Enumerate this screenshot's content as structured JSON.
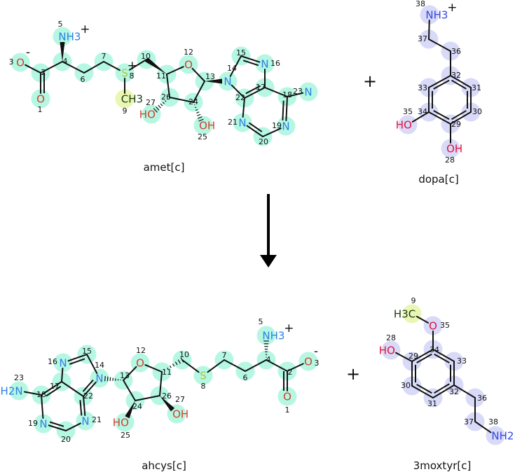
{
  "reaction": {
    "plus_sign": "+",
    "arrow": "right-arrow-down",
    "colors": {
      "highlight_mint": "#b6f7e3",
      "highlight_lavender": "#d8daf8",
      "highlight_yellow": "#eaf7b4",
      "nitrogen": "#2a7fe6",
      "nitrogen_alt": "#3546e0",
      "oxygen": "#d0402a",
      "oxygen_alt": "#e0123c",
      "sulfur": "#a9c83c",
      "bond": "#111111"
    }
  },
  "molecules": [
    {
      "name": "amet[c]",
      "atoms": [
        {
          "n": "1",
          "label": "O",
          "el": "O"
        },
        {
          "n": "2",
          "label": "",
          "el": ""
        },
        {
          "n": "3",
          "label": "O",
          "el": "O",
          "charge": "-"
        },
        {
          "n": "4",
          "label": "",
          "el": ""
        },
        {
          "n": "5",
          "label": "NH3",
          "el": "N",
          "charge": "+"
        },
        {
          "n": "6",
          "label": "",
          "el": ""
        },
        {
          "n": "7",
          "label": "",
          "el": ""
        },
        {
          "n": "8",
          "label": "S",
          "el": "S",
          "charge": "+"
        },
        {
          "n": "9",
          "label": "CH3",
          "el": "C",
          "highlight": "yellow"
        },
        {
          "n": "10",
          "label": "",
          "el": ""
        },
        {
          "n": "11",
          "label": "",
          "el": ""
        },
        {
          "n": "12",
          "label": "O",
          "el": "O"
        },
        {
          "n": "13",
          "label": "",
          "el": ""
        },
        {
          "n": "14",
          "label": "N",
          "el": "N"
        },
        {
          "n": "15",
          "label": "",
          "el": ""
        },
        {
          "n": "16",
          "label": "N",
          "el": "N"
        },
        {
          "n": "17",
          "label": "",
          "el": ""
        },
        {
          "n": "18",
          "label": "",
          "el": ""
        },
        {
          "n": "19",
          "label": "N",
          "el": "N"
        },
        {
          "n": "20",
          "label": "",
          "el": ""
        },
        {
          "n": "21",
          "label": "N",
          "el": "N"
        },
        {
          "n": "22",
          "label": "",
          "el": ""
        },
        {
          "n": "23",
          "label": "N",
          "el": "N"
        },
        {
          "n": "24",
          "label": "",
          "el": ""
        },
        {
          "n": "25",
          "label": "OH",
          "el": "O"
        },
        {
          "n": "26",
          "label": "",
          "el": ""
        },
        {
          "n": "27",
          "label": "HO",
          "el": "O"
        }
      ],
      "bonds": [
        [
          "1",
          "2",
          "2"
        ],
        [
          "2",
          "3",
          "1"
        ],
        [
          "2",
          "4",
          "1"
        ],
        [
          "4",
          "5",
          "w"
        ],
        [
          "4",
          "6",
          "1"
        ],
        [
          "6",
          "7",
          "1"
        ],
        [
          "7",
          "8",
          "1"
        ],
        [
          "8",
          "9",
          "1"
        ],
        [
          "8",
          "10",
          "1"
        ],
        [
          "11",
          "10",
          "w"
        ],
        [
          "11",
          "12",
          "1"
        ],
        [
          "12",
          "13",
          "1"
        ],
        [
          "13",
          "14",
          "w"
        ],
        [
          "13",
          "24",
          "1"
        ],
        [
          "24",
          "26",
          "1"
        ],
        [
          "26",
          "11",
          "1"
        ],
        [
          "24",
          "25",
          "h"
        ],
        [
          "26",
          "27",
          "h"
        ],
        [
          "14",
          "15",
          "1"
        ],
        [
          "15",
          "16",
          "r"
        ],
        [
          "16",
          "17",
          "1"
        ],
        [
          "17",
          "22",
          "r"
        ],
        [
          "22",
          "14",
          "1"
        ],
        [
          "17",
          "18",
          "1"
        ],
        [
          "18",
          "19",
          "r"
        ],
        [
          "19",
          "20",
          "1"
        ],
        [
          "20",
          "21",
          "r"
        ],
        [
          "21",
          "22",
          "1"
        ],
        [
          "18",
          "23",
          "1"
        ]
      ]
    },
    {
      "name": "dopa[c]",
      "atoms": [
        {
          "n": "28",
          "label": "OH",
          "el": "O"
        },
        {
          "n": "29",
          "label": "",
          "el": ""
        },
        {
          "n": "30",
          "label": "",
          "el": ""
        },
        {
          "n": "31",
          "label": "",
          "el": ""
        },
        {
          "n": "32",
          "label": "",
          "el": ""
        },
        {
          "n": "33",
          "label": "",
          "el": ""
        },
        {
          "n": "34",
          "label": "",
          "el": ""
        },
        {
          "n": "35",
          "label": "HO",
          "el": "O"
        },
        {
          "n": "36",
          "label": "",
          "el": ""
        },
        {
          "n": "37",
          "label": "",
          "el": ""
        },
        {
          "n": "38",
          "label": "NH3",
          "el": "N",
          "charge": "+"
        }
      ],
      "bonds": [
        [
          "38",
          "37",
          "1"
        ],
        [
          "37",
          "36",
          "1"
        ],
        [
          "36",
          "32",
          "1"
        ],
        [
          "32",
          "31",
          "r"
        ],
        [
          "31",
          "30",
          "r"
        ],
        [
          "30",
          "29",
          "r"
        ],
        [
          "29",
          "34",
          "r"
        ],
        [
          "34",
          "33",
          "r"
        ],
        [
          "33",
          "32",
          "r"
        ],
        [
          "34",
          "35",
          "1"
        ],
        [
          "29",
          "28",
          "1"
        ]
      ]
    },
    {
      "name": "ahcys[c]",
      "atoms": [
        {
          "n": "1",
          "label": "O",
          "el": "O"
        },
        {
          "n": "2",
          "label": "",
          "el": ""
        },
        {
          "n": "3",
          "label": "O",
          "el": "O",
          "charge": "-"
        },
        {
          "n": "4",
          "label": "",
          "el": ""
        },
        {
          "n": "5",
          "label": "NH3",
          "el": "N",
          "charge": "+"
        },
        {
          "n": "6",
          "label": "",
          "el": ""
        },
        {
          "n": "7",
          "label": "",
          "el": ""
        },
        {
          "n": "8",
          "label": "S",
          "el": "S"
        },
        {
          "n": "10",
          "label": "",
          "el": ""
        },
        {
          "n": "11",
          "label": "",
          "el": ""
        },
        {
          "n": "12",
          "label": "O",
          "el": "O"
        },
        {
          "n": "13",
          "label": "",
          "el": ""
        },
        {
          "n": "14",
          "label": "N",
          "el": "N"
        },
        {
          "n": "15",
          "label": "",
          "el": ""
        },
        {
          "n": "16",
          "label": "N",
          "el": "N"
        },
        {
          "n": "17",
          "label": "",
          "el": ""
        },
        {
          "n": "18",
          "label": "",
          "el": ""
        },
        {
          "n": "19",
          "label": "N",
          "el": "N"
        },
        {
          "n": "20",
          "label": "",
          "el": ""
        },
        {
          "n": "21",
          "label": "N",
          "el": "N"
        },
        {
          "n": "22",
          "label": "",
          "el": ""
        },
        {
          "n": "23",
          "label": "H2N",
          "el": "N"
        },
        {
          "n": "24",
          "label": "",
          "el": ""
        },
        {
          "n": "25",
          "label": "HO",
          "el": "O"
        },
        {
          "n": "26",
          "label": "",
          "el": ""
        },
        {
          "n": "27",
          "label": "OH",
          "el": "O"
        }
      ],
      "bonds": [
        [
          "23",
          "18",
          "1"
        ],
        [
          "18",
          "17",
          "r"
        ],
        [
          "18",
          "19",
          "1"
        ],
        [
          "19",
          "20",
          "r"
        ],
        [
          "20",
          "21",
          "1"
        ],
        [
          "21",
          "22",
          "r"
        ],
        [
          "22",
          "17",
          "1"
        ],
        [
          "17",
          "16",
          "1"
        ],
        [
          "16",
          "15",
          "r"
        ],
        [
          "15",
          "14",
          "1"
        ],
        [
          "14",
          "22",
          "r"
        ],
        [
          "13",
          "14",
          "h"
        ],
        [
          "13",
          "12",
          "1"
        ],
        [
          "12",
          "11",
          "1"
        ],
        [
          "11",
          "26",
          "1"
        ],
        [
          "26",
          "24",
          "1"
        ],
        [
          "24",
          "13",
          "1"
        ],
        [
          "24",
          "25",
          "w"
        ],
        [
          "26",
          "27",
          "w"
        ],
        [
          "11",
          "10",
          "h"
        ],
        [
          "10",
          "8",
          "1"
        ],
        [
          "8",
          "7",
          "1"
        ],
        [
          "7",
          "6",
          "1"
        ],
        [
          "6",
          "4",
          "1"
        ],
        [
          "4",
          "5",
          "h"
        ],
        [
          "4",
          "2",
          "1"
        ],
        [
          "2",
          "3",
          "1"
        ],
        [
          "2",
          "1",
          "2"
        ]
      ]
    },
    {
      "name": "3moxtyr[c]",
      "atoms": [
        {
          "n": "9",
          "label": "H3C",
          "el": "C",
          "highlight": "yellow"
        },
        {
          "n": "28",
          "label": "HO",
          "el": "O"
        },
        {
          "n": "29",
          "label": "",
          "el": ""
        },
        {
          "n": "30",
          "label": "",
          "el": ""
        },
        {
          "n": "31",
          "label": "",
          "el": ""
        },
        {
          "n": "32",
          "label": "",
          "el": ""
        },
        {
          "n": "33",
          "label": "",
          "el": ""
        },
        {
          "n": "34",
          "label": "",
          "el": ""
        },
        {
          "n": "35",
          "label": "O",
          "el": "O"
        },
        {
          "n": "36",
          "label": "",
          "el": ""
        },
        {
          "n": "37",
          "label": "",
          "el": ""
        },
        {
          "n": "38",
          "label": "NH2",
          "el": "N"
        }
      ],
      "bonds": [
        [
          "9",
          "35",
          "1"
        ],
        [
          "35",
          "34",
          "1"
        ],
        [
          "34",
          "29",
          "r"
        ],
        [
          "29",
          "30",
          "r"
        ],
        [
          "30",
          "31",
          "r"
        ],
        [
          "31",
          "32",
          "r"
        ],
        [
          "32",
          "33",
          "r"
        ],
        [
          "33",
          "34",
          "r"
        ],
        [
          "29",
          "28",
          "1"
        ],
        [
          "32",
          "36",
          "1"
        ],
        [
          "36",
          "37",
          "1"
        ],
        [
          "37",
          "38",
          "1"
        ]
      ]
    }
  ]
}
